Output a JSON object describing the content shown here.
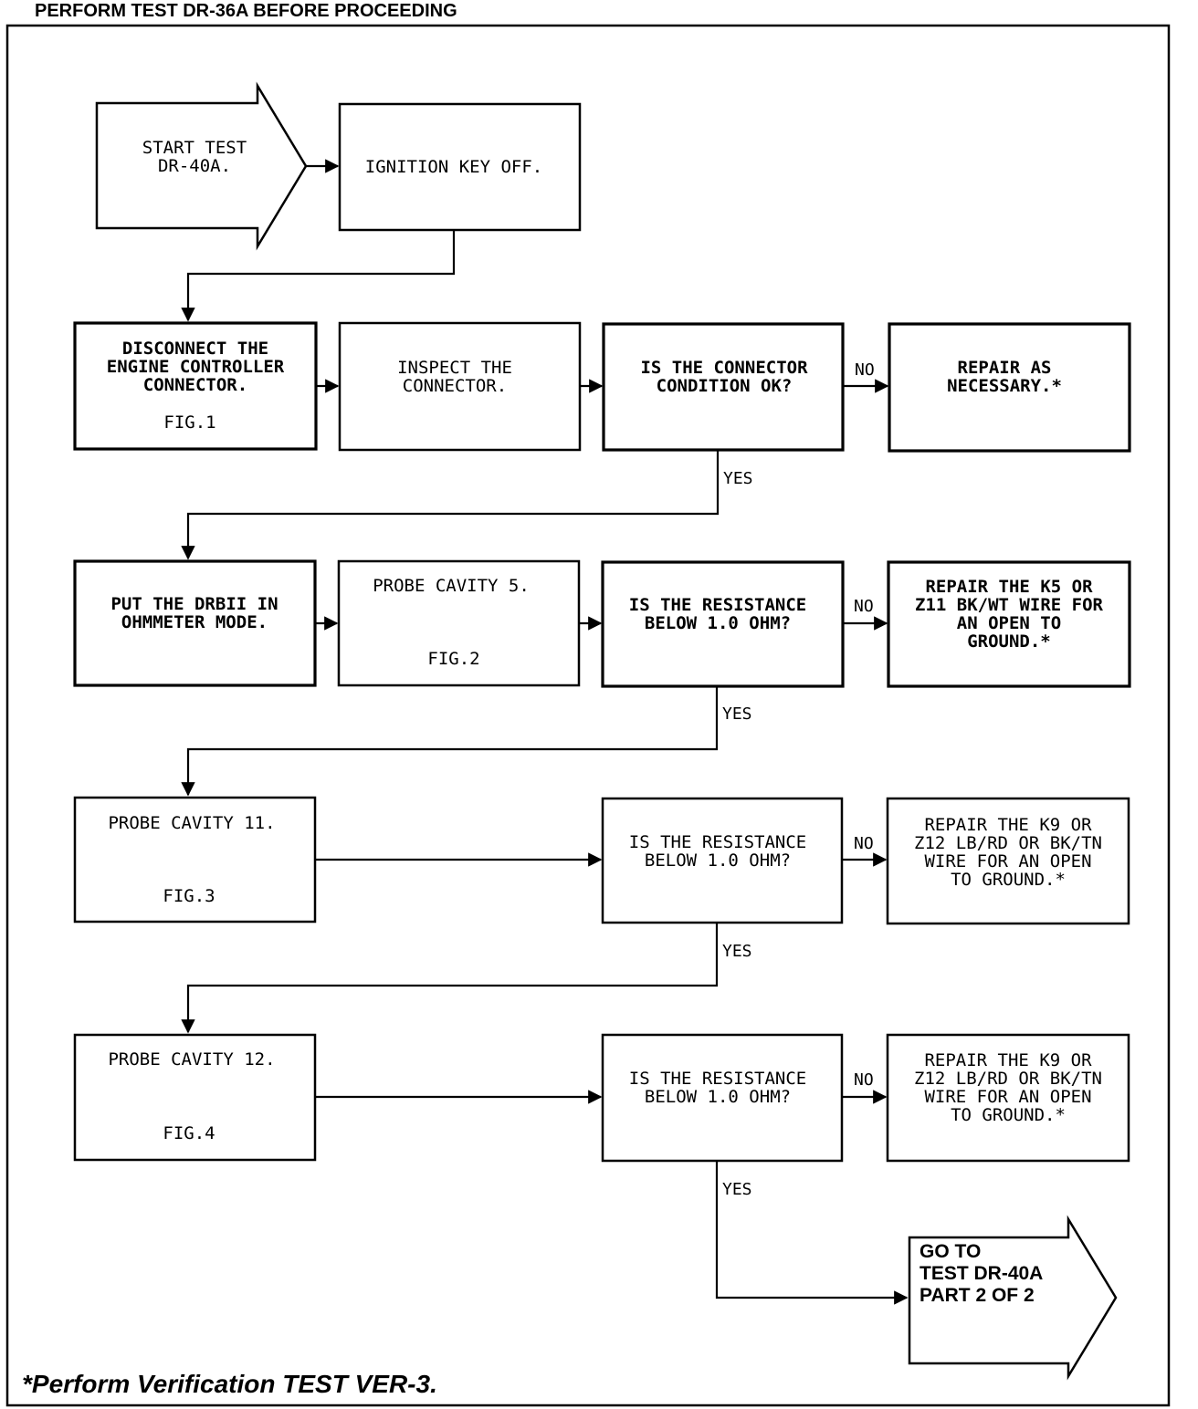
{
  "header": {
    "text": "PERFORM TEST DR-36A BEFORE PROCEEDING"
  },
  "footer": {
    "text": "*Perform Verification TEST VER-3."
  },
  "labels": {
    "no": "NO",
    "yes": "YES"
  },
  "nodes": {
    "start": [
      "START TEST",
      "DR-40A."
    ],
    "ignition": [
      "IGNITION KEY OFF."
    ],
    "disconnect": [
      "DISCONNECT THE",
      "ENGINE CONTROLLER",
      "CONNECTOR."
    ],
    "disconnect_fig": "FIG.1",
    "inspect": [
      "INSPECT THE",
      "CONNECTOR."
    ],
    "q_condition": [
      "IS THE CONNECTOR",
      "CONDITION OK?"
    ],
    "repair_condition": [
      "REPAIR AS",
      "NECESSARY.*"
    ],
    "ohmmeter": [
      "PUT THE DRBII IN",
      "OHMMETER MODE."
    ],
    "probe5": [
      "PROBE CAVITY 5."
    ],
    "probe5_fig": "FIG.2",
    "q_res1": [
      "IS THE RESISTANCE",
      "BELOW 1.0 OHM?"
    ],
    "repair_k5": [
      "REPAIR THE K5 OR",
      "Z11 BK/WT WIRE FOR",
      "AN OPEN TO",
      "GROUND.*"
    ],
    "probe11": [
      "PROBE CAVITY 11."
    ],
    "probe11_fig": "FIG.3",
    "q_res2": [
      "IS THE RESISTANCE",
      "BELOW 1.0 OHM?"
    ],
    "repair_k9_a": [
      "REPAIR THE K9 OR",
      "Z12 LB/RD OR BK/TN",
      "WIRE FOR AN OPEN",
      "TO GROUND.*"
    ],
    "probe12": [
      "PROBE CAVITY 12."
    ],
    "probe12_fig": "FIG.4",
    "q_res3": [
      "IS THE RESISTANCE",
      "BELOW 1.0 OHM?"
    ],
    "repair_k9_b": [
      "REPAIR THE K9 OR",
      "Z12 LB/RD OR BK/TN",
      "WIRE FOR AN OPEN",
      "TO GROUND.*"
    ],
    "goto": [
      "GO TO",
      "TEST DR-40A",
      "PART 2 OF 2"
    ]
  }
}
